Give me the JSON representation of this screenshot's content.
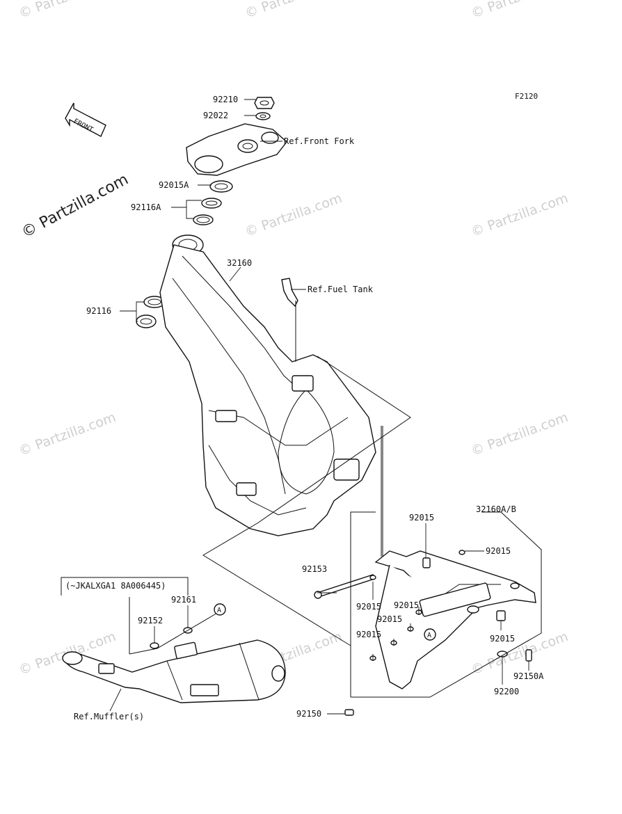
{
  "diagram": {
    "code": "F2120",
    "front_arrow": "FRONT",
    "watermark_main": "© Partzilla.com",
    "watermark_small": "© Partzilla.com",
    "callout_marker": "A",
    "labels": {
      "p92210": "92210",
      "p92022": "92022",
      "ref_front_fork": "Ref.Front Fork",
      "p92015A": "92015A",
      "p92116A": "92116A",
      "p32160": "32160",
      "ref_fuel_tank": "Ref.Fuel Tank",
      "p92116": "92116",
      "p32160AB": "32160A/B",
      "p92015_top": "92015",
      "p92015_r1": "92015",
      "p92153": "92153",
      "p92015_l1": "92015",
      "p92015_m1": "92015",
      "p92015_m2": "92015",
      "p92015_l2": "92015",
      "p92015_r2": "92015",
      "p92150A": "92150A",
      "p92200": "92200",
      "p92150": "92150",
      "serial_note": "(~JKALXGA1 8A006445)",
      "p92161": "92161",
      "p92152": "92152",
      "ref_muffler": "Ref.Muffler(s)"
    }
  }
}
